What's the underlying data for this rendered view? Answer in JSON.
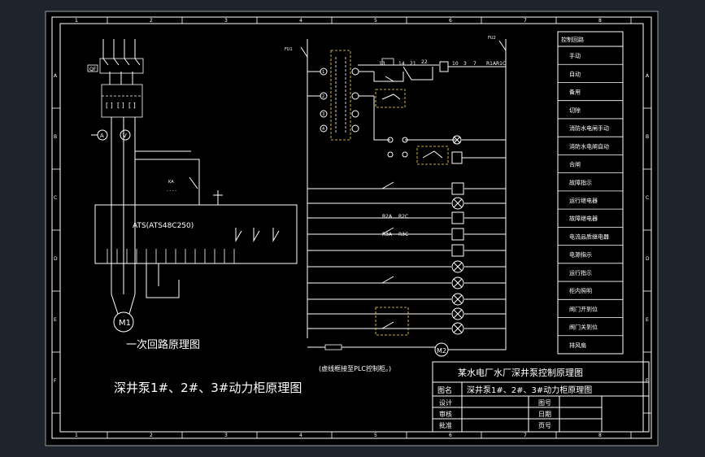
{
  "colors": {
    "background": "#1f232b",
    "paper": "#000000",
    "line": "#ffffff",
    "accent_red": "#ff3b3b",
    "accent_yellow": "#ffe24a"
  },
  "border": {
    "top_ticks": [
      "1",
      "2",
      "3",
      "4",
      "5",
      "6",
      "7",
      "8"
    ],
    "bottom_ticks": [
      "1",
      "2",
      "3",
      "4",
      "5",
      "6",
      "7",
      "8"
    ],
    "left_ticks": [
      "A",
      "B",
      "C",
      "D",
      "E",
      "F"
    ],
    "right_ticks": [
      "A",
      "B",
      "C",
      "D",
      "E",
      "F"
    ]
  },
  "primary": {
    "ats_label": "ATS(ATS48C250)",
    "motor_label": "M1",
    "ammeter_label": "A",
    "voltmeter_label": "V",
    "caption": "一次回路原理图"
  },
  "control": {
    "contacts": [
      "1",
      "2",
      "3",
      "4"
    ],
    "motor_label": "M2",
    "note": "(虚线框接至PLC控制柜。)",
    "relays": [
      "R2A",
      "R2C",
      "R3A",
      "R3C"
    ],
    "top_labels": [
      "13",
      "14",
      "21",
      "22",
      "10",
      "3",
      "7",
      "R1A",
      "R1C"
    ]
  },
  "legend_header": "控制回路",
  "legend_items": [
    "手动",
    "自动",
    "备用",
    "切除",
    "消防水电闸手动",
    "消防水电闸自动",
    "合闸",
    "故障指示",
    "运行继电器",
    "故障继电器",
    "电流品质继电器",
    "电源指示",
    "运行指示",
    "柜内照明",
    "阀门开到位",
    "阀门关到位",
    "排风扇"
  ],
  "title_block": {
    "project": "某水电厂水厂深井泵控制原理图",
    "name_label": "图名",
    "drawing_name": "深井泵1#、2#、3#动力柜原理图",
    "rows": [
      {
        "left": "设计",
        "right": "图号"
      },
      {
        "left": "审核",
        "right": "日期"
      },
      {
        "left": "批准",
        "right": "页号"
      }
    ]
  },
  "main_title": "深井泵1#、2#、3#动力柜原理图"
}
